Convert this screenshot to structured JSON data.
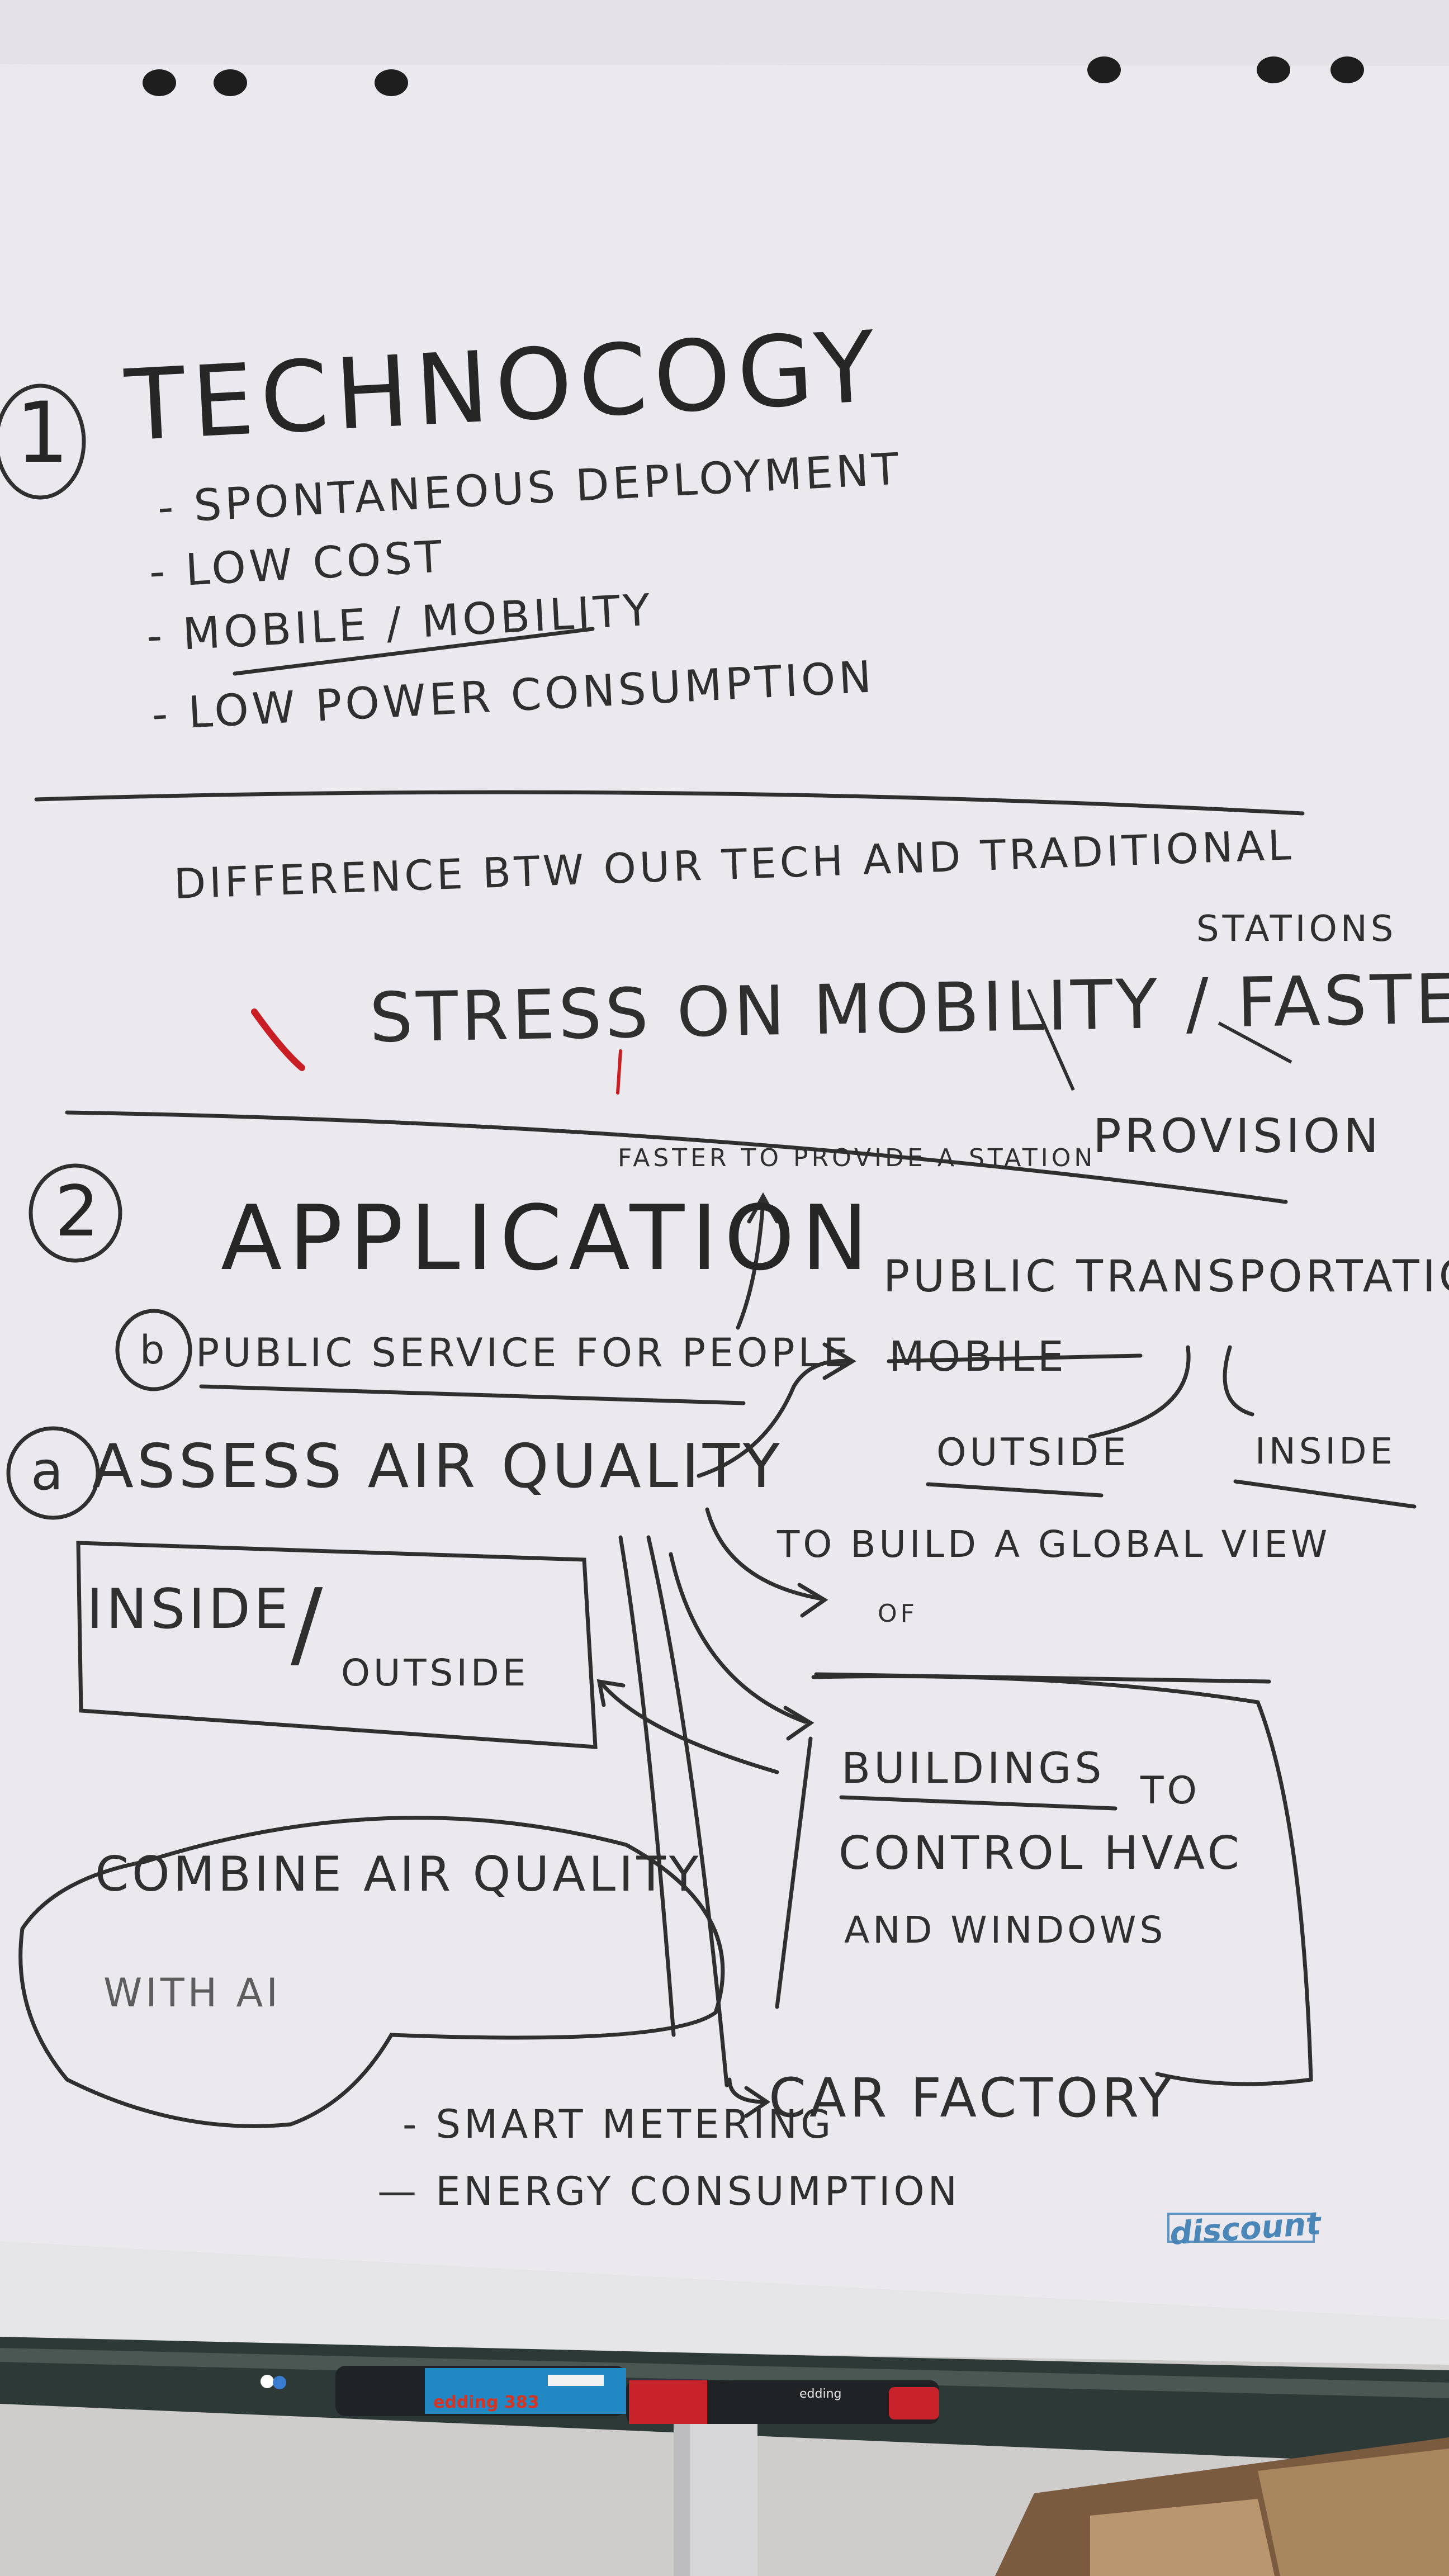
{
  "flipchart": {
    "section1": {
      "number": "1",
      "heading": "TECHNOCOGY",
      "bullets": [
        "- SPONTANEOUS DEPLOYMENT",
        "- LOW COST",
        "- MOBILE / MOBILITY",
        "- LOW POWER CONSUMPTION"
      ]
    },
    "difference": {
      "line1": "DIFFERENCE BTW OUR TECH AND TRADITIONAL",
      "line2": "STATIONS",
      "stress_line": "STRESS ON MOBILITY / FASTER",
      "stress_line2": "PROVISION"
    },
    "section2": {
      "number": "2",
      "heading": "APPLICATION",
      "note_top": "FASTER TO PROVIDE A STATION",
      "b_label": "b",
      "b_text": "PUBLIC SERVICE FOR PEOPLE",
      "a_label": "a",
      "a_text": "ASSESS AIR QUALITY",
      "public_transport": "PUBLIC TRANSPORTATION",
      "mobile_crossed": "MOBILE",
      "outside": "OUTSIDE",
      "inside": "INSIDE",
      "global_view_1": "TO BUILD A GLOBAL VIEW",
      "global_view_2": "OF",
      "box_inside": "INSIDE",
      "box_outside": "OUTSIDE",
      "buildings": "BUILDINGS",
      "buildings_to": "TO",
      "buildings_2": "CONTROL HVAC",
      "buildings_3": "AND WINDOWS",
      "combine_1": "COMBINE AIR QUALITY",
      "combine_2": "WITH AI",
      "car_factory": "CAR FACTORY",
      "smart_metering": "- SMART METERING",
      "energy": "— ENERGY CONSUMPTION"
    },
    "logo_text": "discount"
  },
  "markers": {
    "blue_label": "edding 383",
    "red_brand": "edding"
  },
  "colors": {
    "paper": "#ebe9ee",
    "ink": "#2f2f2f",
    "red_ink": "#c81e24",
    "tray": "#2e3a37",
    "marker_blue": "#2288c4",
    "marker_red": "#c8232a"
  }
}
